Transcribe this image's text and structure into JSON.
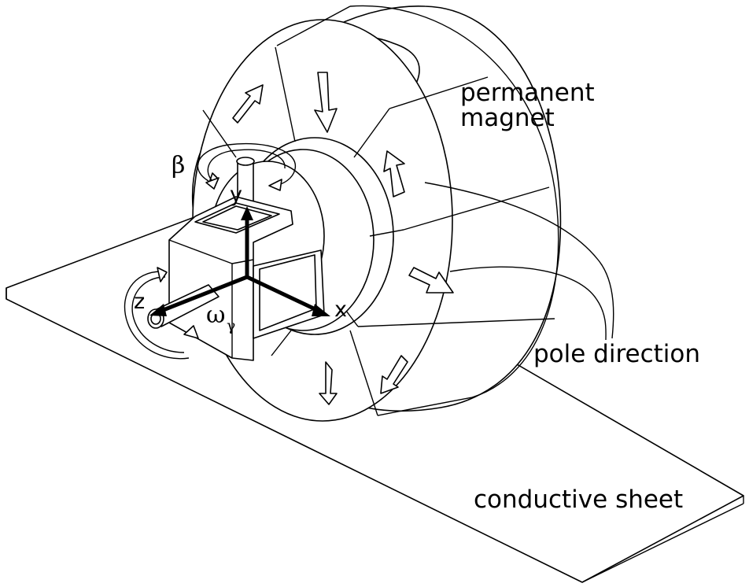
{
  "labels": {
    "permanent_magnet_line1": "permanent",
    "permanent_magnet_line2": "magnet",
    "pole_direction": "pole direction",
    "conductive_sheet": "conductive sheet",
    "beta": "β",
    "omega": "ω",
    "gamma_sub": "γ",
    "axis_x": "x",
    "axis_y": "y",
    "axis_z": "z"
  }
}
